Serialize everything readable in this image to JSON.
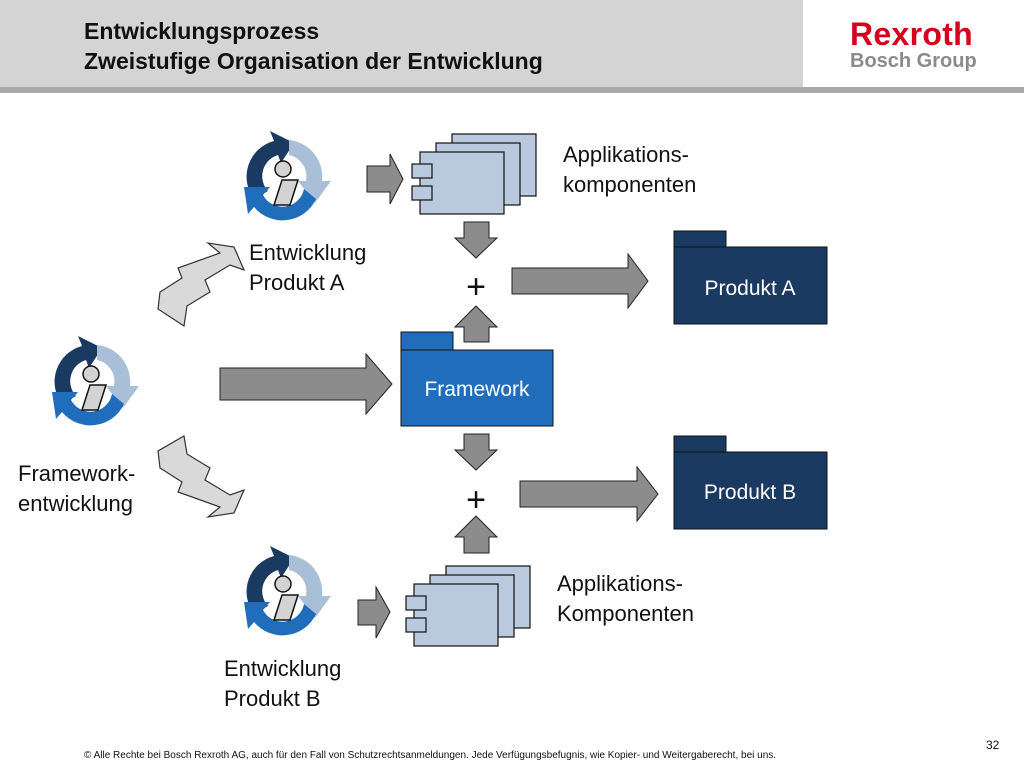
{
  "header": {
    "title_line1": "Entwicklungsprozess",
    "title_line2": "Zweistufige Organisation der Entwicklung",
    "logo_main": "Rexroth",
    "logo_sub": "Bosch Group"
  },
  "diagram": {
    "nodes": {
      "dev_product_a": {
        "line1": "Entwicklung",
        "line2": "Produkt A"
      },
      "dev_framework": {
        "line1": "Framework-",
        "line2": "entwicklung"
      },
      "dev_product_b": {
        "line1": "Entwicklung",
        "line2": "Produkt B"
      },
      "app_components_top": {
        "line1": "Applikations-",
        "line2": "komponenten"
      },
      "app_components_bottom": {
        "line1": "Applikations-",
        "line2": "Komponenten"
      },
      "framework": {
        "label": "Framework"
      },
      "product_a": {
        "label": "Produkt A"
      },
      "product_b": {
        "label": "Produkt B"
      },
      "plus_top": "+",
      "plus_bottom": "+"
    },
    "colors": {
      "dark_navy": "#1b3a61",
      "framework_blue": "#1f6dbb",
      "cycle_light": "#a9bfd8",
      "component_fill": "#b9c9de",
      "arrow_gray": "#8c8c8c",
      "double_arrow_light": "#d9d9d9"
    }
  },
  "footer": {
    "copyright": "© Alle Rechte bei Bosch Rexroth AG, auch für den Fall von Schutzrechtsanmeldungen. Jede Verfügungsbefugnis, wie Kopier- und Weitergaberecht, bei uns.",
    "page_number": "32"
  }
}
